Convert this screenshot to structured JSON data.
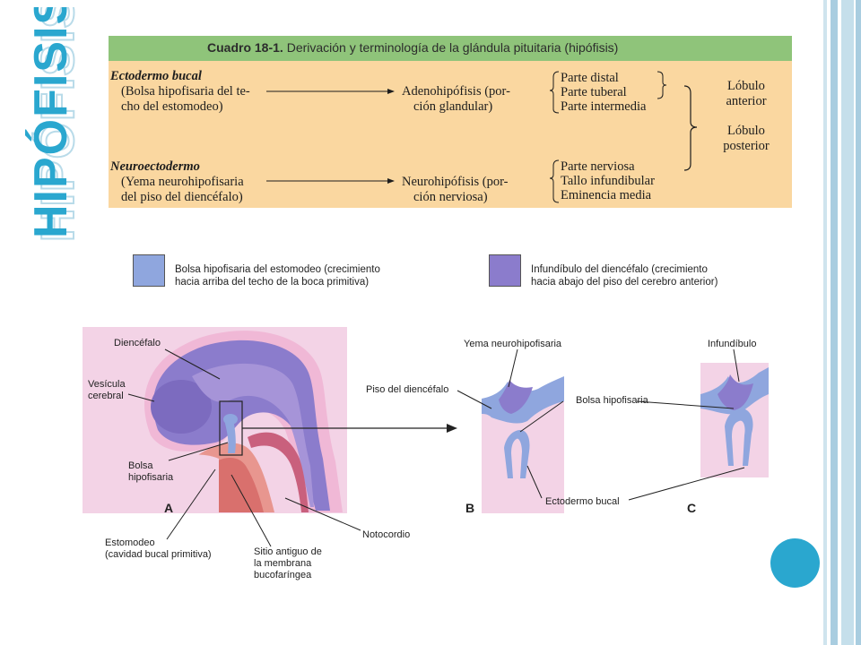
{
  "slide": {
    "title": "HIPÓFISIS",
    "accent_color": "#2aa7cf"
  },
  "table": {
    "header_number": "Cuadro 18-1.",
    "header_title": "Derivación y terminología de la glándula pituitaria (hipófisis)",
    "rows": [
      {
        "origin_title": "Ectodermo bucal",
        "origin_lines": [
          "(Bolsa hipofisaria del te-",
          "cho del estomodeo)"
        ],
        "derivative_lines": [
          "Adenohipófisis (por-",
          "ción glandular)"
        ],
        "parts": [
          "Parte distal",
          "Parte tuberal",
          "Parte intermedia"
        ]
      },
      {
        "origin_title": "Neuroectodermo",
        "origin_lines": [
          "(Yema neurohipofisaria",
          "del piso del diencéfalo)"
        ],
        "derivative_lines": [
          "Neurohipófisis (por-",
          "ción nerviosa)"
        ],
        "parts": [
          "Parte nerviosa",
          "Tallo infundibular",
          "Eminencia media"
        ]
      }
    ],
    "lobes": [
      {
        "lines": [
          "Lóbulo",
          "anterior"
        ]
      },
      {
        "lines": [
          "Lóbulo",
          "posterior"
        ]
      }
    ]
  },
  "legend": [
    {
      "lines": [
        "Bolsa hipofisaria del estomodeo (crecimiento",
        "hacia arriba del techo de la boca primitiva)"
      ],
      "color": "#8fa6de"
    },
    {
      "lines": [
        "Infundíbulo del diencéfalo (crecimiento",
        "hacia abajo del piso del cerebro anterior)"
      ],
      "color": "#8b7ccc"
    }
  ],
  "figure": {
    "labels": {
      "diencefalo": "Diencéfalo",
      "vesicula_1": "Vesícula",
      "vesicula_2": "cerebral",
      "bolsa_1": "Bolsa",
      "bolsa_2": "hipofisaria",
      "estomodeo_1": "Estomodeo",
      "estomodeo_2": "(cavidad bucal primitiva)",
      "sitio_1": "Sitio antiguo de",
      "sitio_2": "la membrana",
      "sitio_3": "bucofaríngea",
      "notocordio": "Notocordio",
      "yema": "Yema neurohipofisaria",
      "piso": "Piso del diencéfalo",
      "bolsa_hipofisaria": "Bolsa hipofisaria",
      "ectodermo_bucal": "Ectodermo bucal",
      "infundibulo": "Infundíbulo"
    },
    "panels": [
      "A",
      "B",
      "C"
    ],
    "colors": {
      "neural": "#8b7ccc",
      "ectoderm": "#8fa6de",
      "mesenchyme": "#f3d3e6",
      "pharynx": "#e8968f"
    }
  }
}
